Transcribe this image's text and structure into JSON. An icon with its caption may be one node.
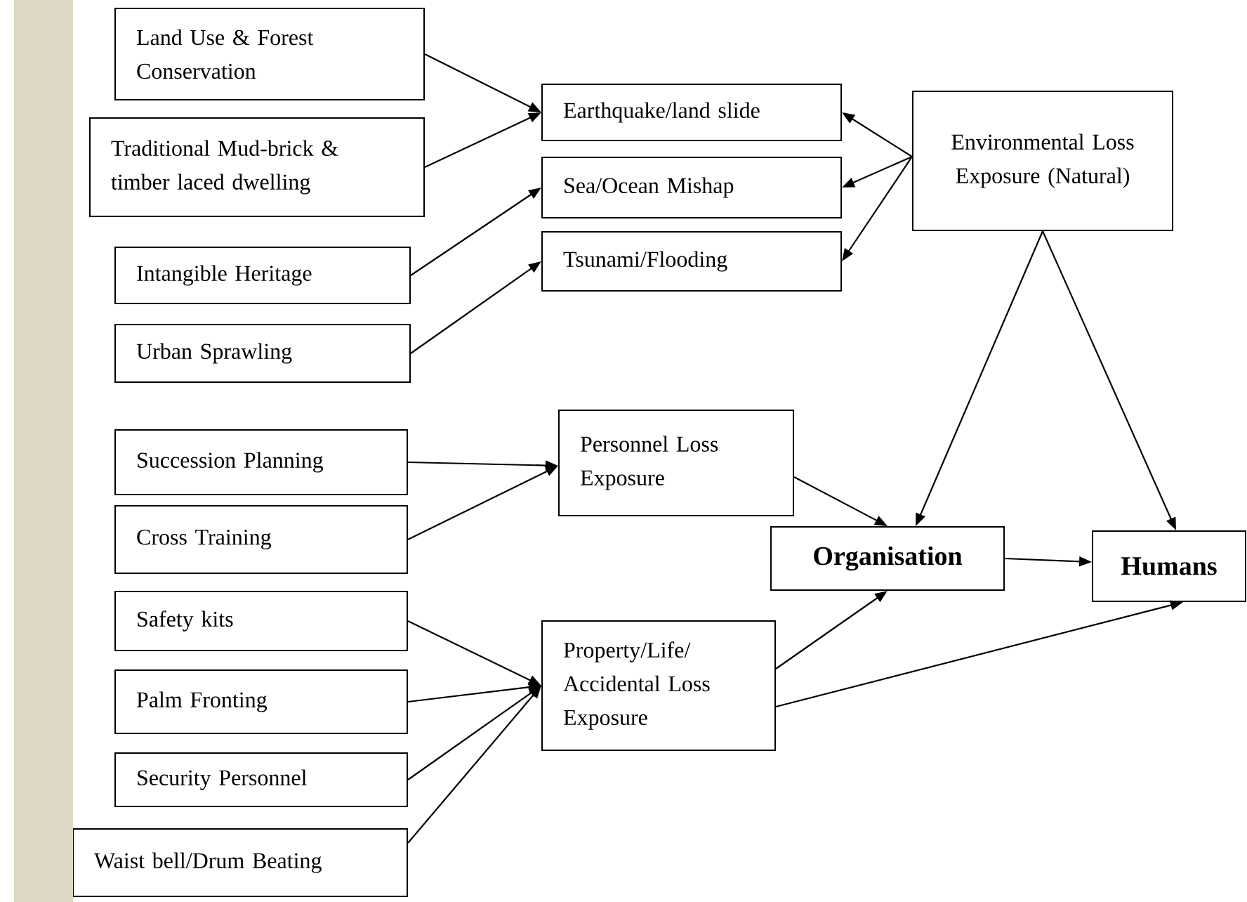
{
  "diagram": {
    "nodes": [
      {
        "text": [
          "Land Use & Forest Conservation"
        ]
      },
      {
        "text": [
          "Traditional Mud-brick & timber laced dwelling"
        ]
      },
      {
        "text": [
          "Intangible Heritage"
        ]
      },
      {
        "text": [
          "Urban Sprawling"
        ]
      },
      {
        "text": [
          "Earthquake/land slide"
        ]
      },
      {
        "text": [
          "Sea/Ocean Mishap"
        ]
      },
      {
        "text": [
          "Tsunami/Flooding"
        ]
      },
      {
        "text": [
          "Environmental Loss Exposure (Natural)"
        ]
      },
      {
        "text": [
          "Succession Planning"
        ]
      },
      {
        "text": [
          "Cross Training"
        ]
      },
      {
        "text": [
          "Personnel Loss Exposure"
        ]
      },
      {
        "text": [
          "Organisation"
        ]
      },
      {
        "text": [
          "Humans"
        ]
      },
      {
        "text": [
          "Safety kits"
        ]
      },
      {
        "text": [
          "Palm Fronting"
        ]
      },
      {
        "text": [
          "Security Personnel"
        ]
      },
      {
        "text": [
          "Waist bell/Drum Beating"
        ]
      },
      {
        "text": [
          "Property/Life/ Accidental Loss Exposure"
        ]
      },
      {
        "text": [],
        "shape": "bar"
      }
    ],
    "edges": [
      {
        "from": 0,
        "to": 4,
        "arrow": "to"
      },
      {
        "from": 1,
        "to": 4,
        "arrow": "to"
      },
      {
        "from": 2,
        "to": 5,
        "arrow": "to"
      },
      {
        "from": 3,
        "to": 6,
        "arrow": "to"
      },
      {
        "from": 7,
        "to": 4,
        "arrow": "to"
      },
      {
        "from": 7,
        "to": 5,
        "arrow": "to"
      },
      {
        "from": 7,
        "to": 6,
        "arrow": "to"
      },
      {
        "from": 8,
        "to": 10,
        "arrow": "to"
      },
      {
        "from": 9,
        "to": 10,
        "arrow": "to"
      },
      {
        "from": 10,
        "to": 11,
        "arrow": "to"
      },
      {
        "from": 7,
        "to": 11,
        "arrow": "to"
      },
      {
        "from": 7,
        "to": 12,
        "arrow": "to"
      },
      {
        "from": 11,
        "to": 12,
        "arrow": "to"
      },
      {
        "from": 13,
        "to": 17,
        "arrow": "to"
      },
      {
        "from": 14,
        "to": 17,
        "arrow": "to"
      },
      {
        "from": 15,
        "to": 17,
        "arrow": "to"
      },
      {
        "from": 16,
        "to": 17,
        "arrow": "to"
      },
      {
        "from": 17,
        "to": 11,
        "arrow": "to"
      },
      {
        "from": 17,
        "to": 12,
        "arrow": "to"
      }
    ]
  }
}
